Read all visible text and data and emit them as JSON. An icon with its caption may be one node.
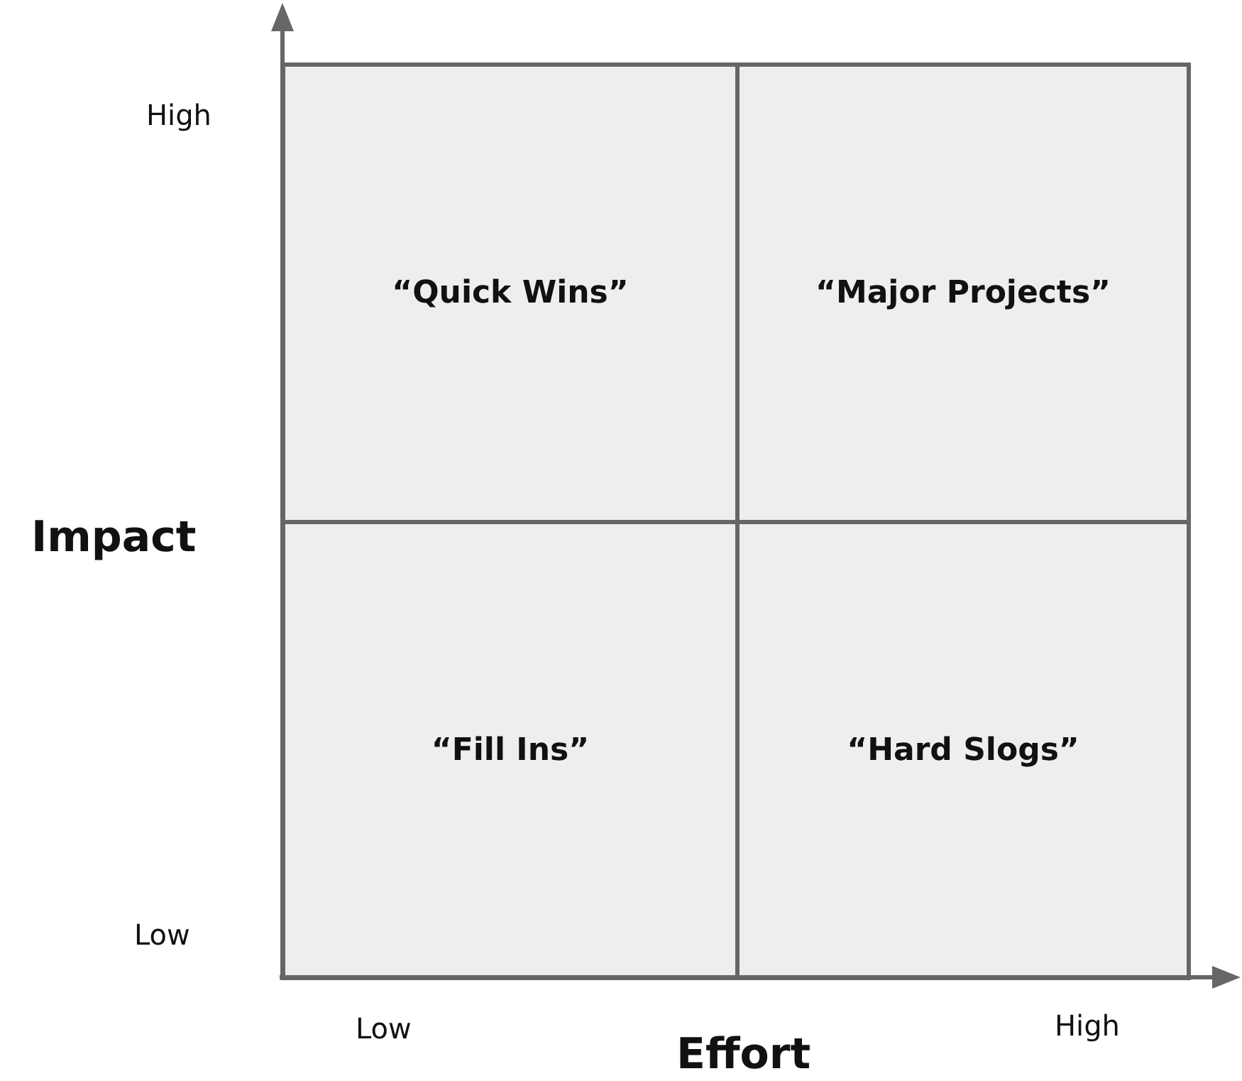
{
  "diagram": {
    "nodes": [
      {
        "text": [
          "“Quick Wins”"
        ]
      },
      {
        "text": [
          "“Major Projects”"
        ]
      },
      {
        "text": [
          "“Fill Ins”"
        ]
      },
      {
        "text": [
          "“Hard Slogs”"
        ]
      }
    ],
    "labels": [
      "High",
      "Impact",
      "Low",
      "Low",
      "High",
      "Effort"
    ]
  }
}
